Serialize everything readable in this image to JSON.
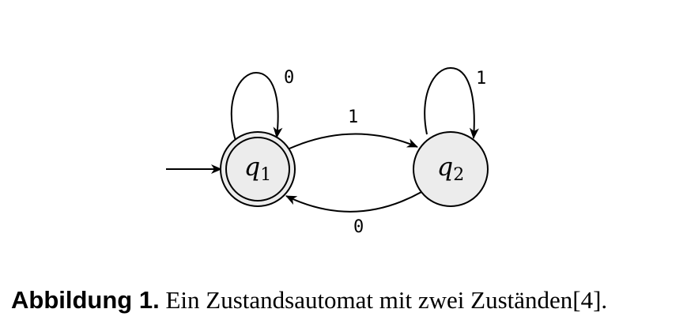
{
  "diagram": {
    "states": [
      {
        "id": "q1",
        "label": "q",
        "subscript": "1",
        "start": true,
        "accepting": true
      },
      {
        "id": "q2",
        "label": "q",
        "subscript": "2",
        "start": false,
        "accepting": false
      }
    ],
    "transitions": [
      {
        "from": "q1",
        "to": "q1",
        "symbol": "0"
      },
      {
        "from": "q1",
        "to": "q2",
        "symbol": "1"
      },
      {
        "from": "q2",
        "to": "q2",
        "symbol": "1"
      },
      {
        "from": "q2",
        "to": "q1",
        "symbol": "0"
      }
    ],
    "colors": {
      "state_fill": "#ececec",
      "stroke": "#000000"
    }
  },
  "caption": {
    "label": "Abbildung 1.",
    "text": "Ein Zustandsautomat mit zwei Zuständen[4]."
  }
}
